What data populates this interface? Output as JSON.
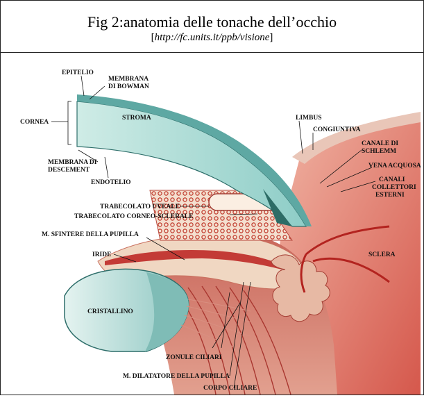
{
  "header": {
    "title": "Fig 2:anatomia delle tonache dell’occhio",
    "source_open": "[",
    "source_url": "http://fc.units.it/ppb/visione",
    "source_close": "]"
  },
  "labels": {
    "epitelio": "EPITELIO",
    "membrana_bowman_1": "MEMBRANA",
    "membrana_bowman_2": "DI BOWMAN",
    "stroma": "STROMA",
    "cornea": "CORNEA",
    "membrana_descement_1": "MEMBRANA DI",
    "membrana_descement_2": "DESCEMENT",
    "endotelio": "ENDOTELIO",
    "limbus": "LIMBUS",
    "congiuntiva": "CONGIUNTIVA",
    "canale_schlemm_1": "CANALE DI",
    "canale_schlemm_2": "SCHLEMM",
    "vena_acquosa": "VENA ACQUOSA",
    "canali_collettori_1": "CANALI",
    "canali_collettori_2": "COLLETTORI",
    "canali_collettori_3": "ESTERNI",
    "trabecolato_uveale": "TRABECOLATO UVEALE",
    "trabecolato_corneo": "TRABECOLATO CORNEO-SCLERALE",
    "sfintere": "M. SFINTERE DELLA PUPILLA",
    "iride": "IRIDE",
    "sclera": "SCLERA",
    "cristallino": "CRISTALLINO",
    "zonule": "ZONULE CILIARI",
    "dilatatore": "M. DILATATORE DELLA PUPILLA",
    "corpo_ciliare": "CORPO CILIARE"
  },
  "colors": {
    "cornea_light": "#d6efe9",
    "cornea_dark": "#7ec4c0",
    "tissue_red": "#d9423e",
    "tissue_pink": "#e89a8c",
    "tissue_cream": "#f3e2cf",
    "lens_light": "#e3f2ef",
    "lens_dark": "#8fc9c4"
  }
}
